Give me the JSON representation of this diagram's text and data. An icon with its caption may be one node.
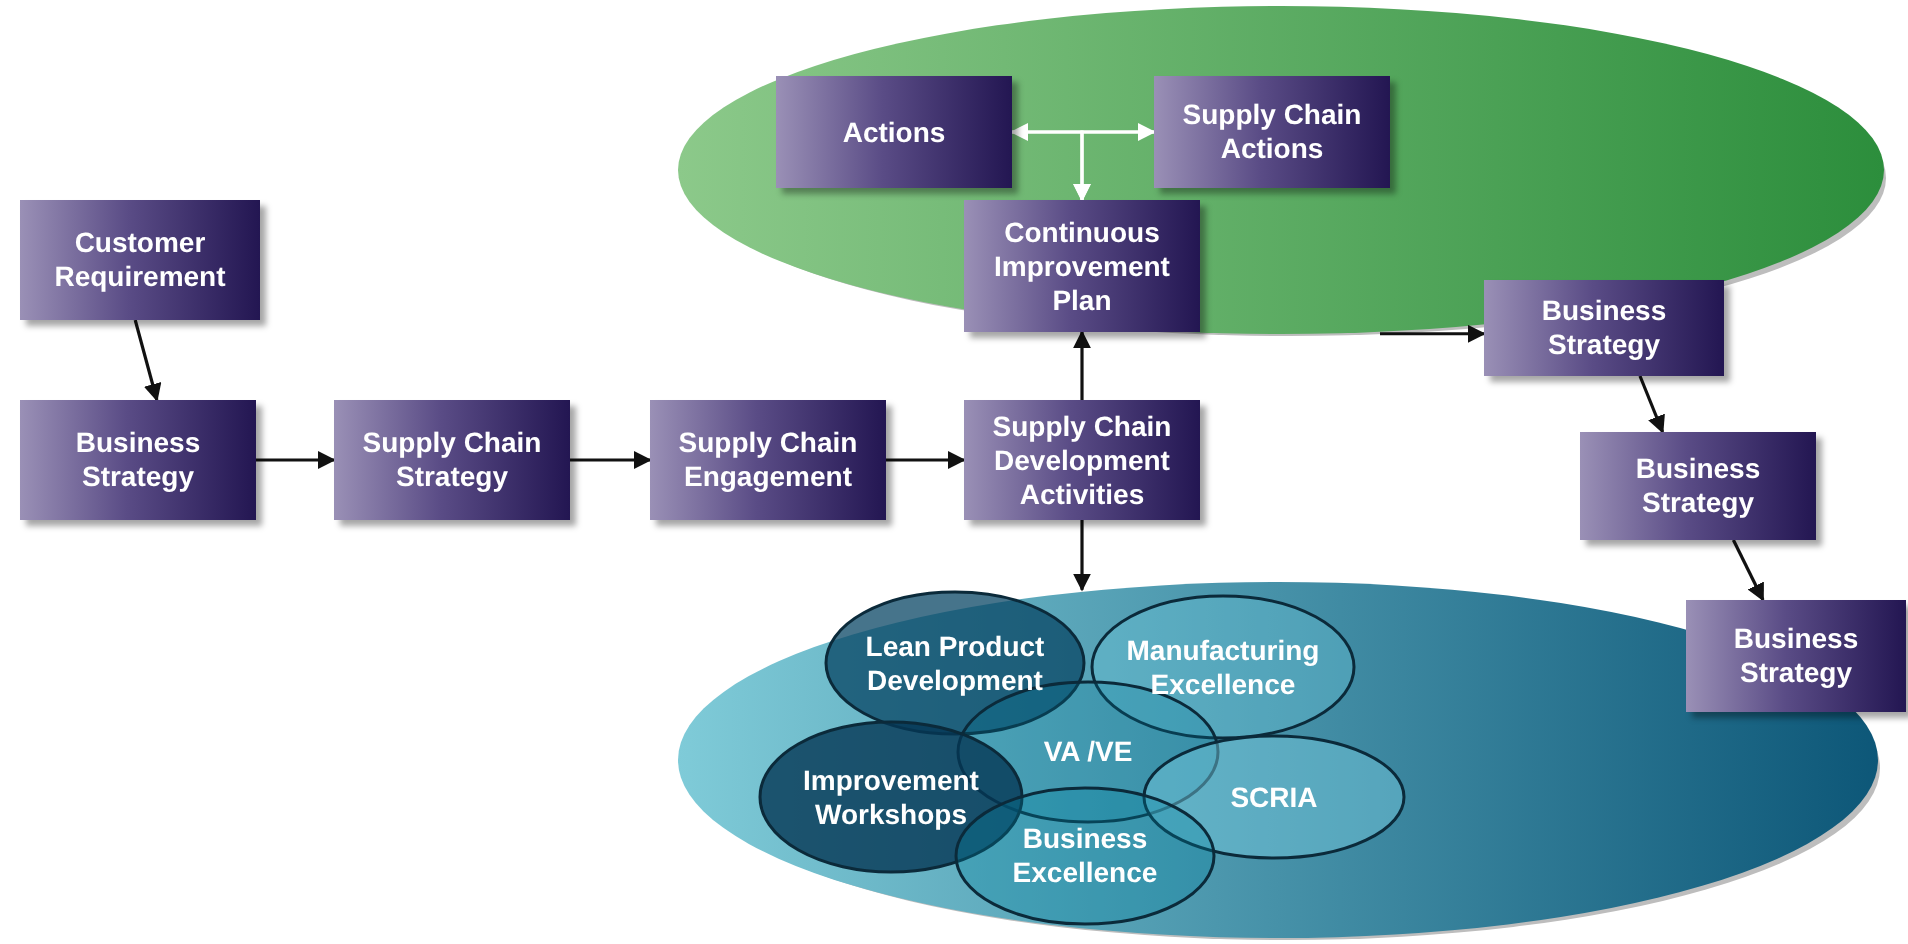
{
  "diagram": {
    "nodes": [
      {
        "text": [
          "Customer Requirement"
        ]
      },
      {
        "text": [
          "Business Strategy"
        ]
      },
      {
        "text": [
          "Supply Chain Strategy"
        ]
      },
      {
        "text": [
          "Supply Chain Engagement"
        ]
      },
      {
        "text": [
          "Supply Chain Development Activities"
        ]
      },
      {
        "text": [],
        "shape": "ellipse"
      },
      {
        "text": [
          "Actions"
        ],
        "in": 5
      },
      {
        "text": [
          "Supply Chain Actions"
        ],
        "in": 5
      },
      {
        "text": [
          "Continuous Improvement Plan"
        ],
        "in": 5
      },
      {
        "text": [
          "Business Strategy"
        ]
      },
      {
        "text": [
          "Business Strategy"
        ]
      },
      {
        "text": [
          "Business Strategy"
        ]
      },
      {
        "text": [],
        "shape": "ellipse"
      },
      {
        "text": [
          "Lean Product Development"
        ],
        "in": 12
      },
      {
        "text": [
          "Manufacturing Excellence"
        ],
        "in": 12
      },
      {
        "text": [
          "VA /VE"
        ],
        "in": 12
      },
      {
        "text": [
          "Improvement Workshops"
        ],
        "in": 12
      },
      {
        "text": [
          "SCRIA"
        ],
        "in": 12
      },
      {
        "text": [
          "Business Excellence"
        ],
        "in": 12
      }
    ],
    "edges": [
      {
        "from": 0,
        "to": 1,
        "arrow": "to"
      },
      {
        "from": 1,
        "to": 2,
        "arrow": "to"
      },
      {
        "from": 2,
        "to": 3,
        "arrow": "to"
      },
      {
        "from": 3,
        "to": 4,
        "arrow": "to"
      },
      {
        "from": 4,
        "to": 8,
        "arrow": "to"
      },
      {
        "from": 4,
        "to": 12,
        "arrow": "to"
      },
      {
        "from": 5,
        "to": 9,
        "arrow": "to"
      },
      {
        "from": 9,
        "to": 10,
        "arrow": "to"
      },
      {
        "from": 10,
        "to": 11,
        "arrow": "to"
      },
      {
        "from": 6,
        "to": 7,
        "arrow": "both",
        "color": "#ffffff"
      },
      {
        "from": 6,
        "to": 8,
        "arrow": "to",
        "color": "#ffffff"
      },
      {
        "from": 7,
        "to": 8,
        "arrow": "to",
        "color": "#ffffff"
      }
    ]
  }
}
